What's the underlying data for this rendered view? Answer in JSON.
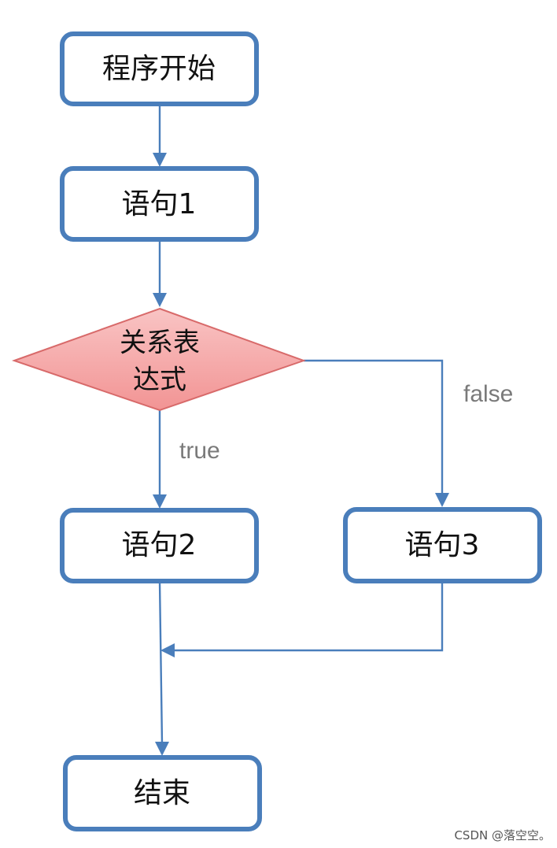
{
  "nodes": {
    "start": {
      "label": "程序开始"
    },
    "stmt1": {
      "label": "语句1"
    },
    "decision": {
      "line1": "关系表",
      "line2": "达式"
    },
    "stmt2": {
      "label": "语句2"
    },
    "stmt3": {
      "label": "语句3"
    },
    "end": {
      "label": "结束"
    }
  },
  "edges": {
    "true_label": "true",
    "false_label": "false"
  },
  "colors": {
    "box_border": "#4a7ebb",
    "decision_fill": "#f5a3a3",
    "decision_border": "#d86a6a",
    "edge": "#4a7ebb"
  },
  "watermark": "CSDN @落空空。"
}
